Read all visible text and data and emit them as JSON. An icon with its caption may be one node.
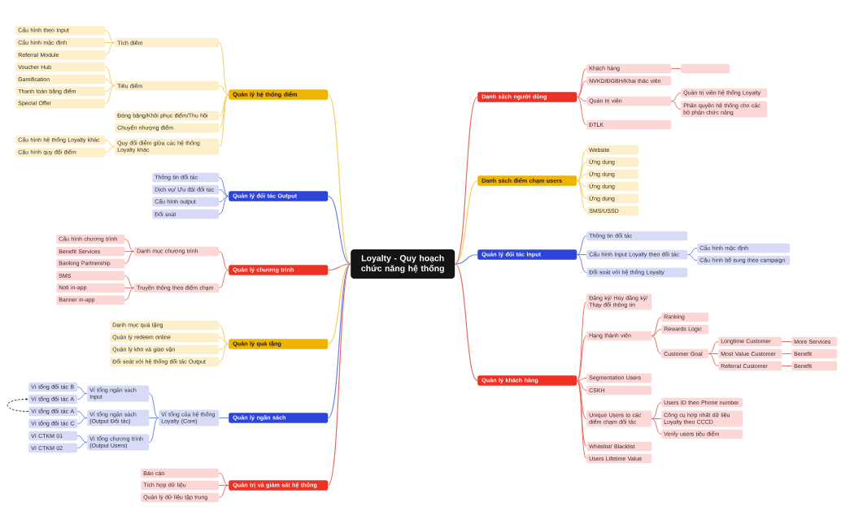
{
  "diagram": {
    "nodes": [
      {
        "text": [
          "Loyalty - Quy hoạch chức năng hệ thống"
        ]
      },
      {
        "text": [
          "Danh sách người dùng"
        ]
      },
      {
        "text": [
          "Khách hàng"
        ]
      },
      {
        "text": [],
        "shape": "box"
      },
      {
        "text": [
          "NVKD/ĐGBH/Khai thác viên"
        ]
      },
      {
        "text": [
          "Quản trị viên"
        ]
      },
      {
        "text": [
          "Quản trị viên hệ thống Loyalty"
        ]
      },
      {
        "text": [
          "Phân quyền hệ thống cho các bộ phận chức năng"
        ]
      },
      {
        "text": [
          "ĐTLK"
        ]
      },
      {
        "text": [
          "Danh sách điểm chạm users"
        ]
      },
      {
        "text": [
          "Website"
        ]
      },
      {
        "text": [
          "Ứng dụng"
        ]
      },
      {
        "text": [
          "Ứng dụng"
        ]
      },
      {
        "text": [
          "Ứng dụng"
        ]
      },
      {
        "text": [
          "Ứng dụng"
        ]
      },
      {
        "text": [
          "SMS/USSD"
        ]
      },
      {
        "text": [
          "Quản lý đối tác Input"
        ]
      },
      {
        "text": [
          "Thông tin đối tác"
        ]
      },
      {
        "text": [
          "Cấu hình Input Loyalty theo đối tác"
        ]
      },
      {
        "text": [
          "Cấu hình mặc định"
        ]
      },
      {
        "text": [
          "Cấu hình bổ sung theo campaign"
        ]
      },
      {
        "text": [
          "Đối soát với hệ thống Loyalty"
        ]
      },
      {
        "text": [
          "Quản lý khách hàng"
        ]
      },
      {
        "text": [
          "Đăng ký/ Hủy đăng ký/ Thay đổi thông tin"
        ]
      },
      {
        "text": [
          "Hạng thành viên"
        ]
      },
      {
        "text": [
          "Ranking"
        ]
      },
      {
        "text": [
          "Rewards Logic"
        ]
      },
      {
        "text": [
          "Customer Goal"
        ]
      },
      {
        "text": [
          "Longtime Customer"
        ]
      },
      {
        "text": [
          "More Services"
        ]
      },
      {
        "text": [
          "Most Value Customer"
        ]
      },
      {
        "text": [
          "Benefit"
        ]
      },
      {
        "text": [
          "Referral Customer"
        ]
      },
      {
        "text": [
          "Benefit"
        ]
      },
      {
        "text": [
          "Segmentation Users"
        ]
      },
      {
        "text": [
          "CSKH"
        ]
      },
      {
        "text": [
          "Unique Users to các điểm chạm đối tác"
        ]
      },
      {
        "text": [
          "Users ID theo Phone number"
        ]
      },
      {
        "text": [
          "Công cụ hợp nhất dữ liệu Loyalty theo CCCD"
        ]
      },
      {
        "text": [
          "Verify users tiêu điểm"
        ]
      },
      {
        "text": [
          "Whitelist/ Blacklist"
        ]
      },
      {
        "text": [
          "Users Lifetime Value"
        ]
      },
      {
        "text": [
          "Quản lý hệ thống điểm"
        ]
      },
      {
        "text": [
          "Tích điểm"
        ]
      },
      {
        "text": [
          "Cấu hình theo Input"
        ]
      },
      {
        "text": [
          "Cấu hình mặc định"
        ]
      },
      {
        "text": [
          "Referral Module"
        ]
      },
      {
        "text": [
          "Tiêu điểm"
        ]
      },
      {
        "text": [
          "Voucher Hub"
        ]
      },
      {
        "text": [
          "Gamification"
        ]
      },
      {
        "text": [
          "Thanh toán bằng điểm"
        ]
      },
      {
        "text": [
          "Special Offer"
        ]
      },
      {
        "text": [
          "Đóng băng/Khôi phục điểm/Thu hồi"
        ]
      },
      {
        "text": [
          "Chuyển nhượng điểm"
        ]
      },
      {
        "text": [
          "Quy đổi điểm giữa các hệ thống Loyalty khác"
        ]
      },
      {
        "text": [
          "Cấu hình hệ thống Loyalty khác"
        ]
      },
      {
        "text": [
          "Cấu hình quy đổi điểm"
        ]
      },
      {
        "text": [
          "Quản lý đối tác Output"
        ]
      },
      {
        "text": [
          "Thông tin đối tác"
        ]
      },
      {
        "text": [
          "Dịch vụ/ Ưu đãi đối tác"
        ]
      },
      {
        "text": [
          "Cấu hình output"
        ]
      },
      {
        "text": [
          "Đối soát"
        ]
      },
      {
        "text": [
          "Quản lý chương trình"
        ]
      },
      {
        "text": [
          "Danh mục chương trình"
        ]
      },
      {
        "text": [
          "Cấu hình chương trình"
        ]
      },
      {
        "text": [
          "Benefit Services"
        ]
      },
      {
        "text": [
          "Banking Partnership"
        ]
      },
      {
        "text": [
          "Truyền thông theo điểm chạm"
        ]
      },
      {
        "text": [
          "SMS"
        ]
      },
      {
        "text": [
          "Noti in-app"
        ]
      },
      {
        "text": [
          "Banner in-app"
        ]
      },
      {
        "text": [
          "Quản lý quà tặng"
        ]
      },
      {
        "text": [
          "Danh mục quà tặng"
        ]
      },
      {
        "text": [
          "Quản lý redeem online"
        ]
      },
      {
        "text": [
          "Quản lý kho và giao vận"
        ]
      },
      {
        "text": [
          "Đối soát với hệ thống đối tác Output"
        ]
      },
      {
        "text": [
          "Quản lý ngân sách"
        ]
      },
      {
        "text": [
          "Ví tổng của hệ thống Loyalty (Core)"
        ]
      },
      {
        "text": [
          "Ví tổng ngân sách Input"
        ]
      },
      {
        "text": [
          "Ví tổng đối tác B"
        ]
      },
      {
        "text": [
          "Ví tổng đối tác A"
        ]
      },
      {
        "text": [
          "Ví tổng ngân sách (Output Đối tác)"
        ]
      },
      {
        "text": [
          "Ví tổng đối tác A"
        ]
      },
      {
        "text": [
          "Ví tổng đối tác C"
        ]
      },
      {
        "text": [
          "Ví tổng chương trình (Output Users)"
        ]
      },
      {
        "text": [
          "Ví CTKM 01"
        ]
      },
      {
        "text": [
          "Ví CTKM 02"
        ]
      },
      {
        "text": [
          "Quản trị và giám sát hệ thống"
        ]
      },
      {
        "text": [
          "Báo cáo"
        ]
      },
      {
        "text": [
          "Tích hợp dữ liệu"
        ]
      },
      {
        "text": [
          "Quản lý dữ liệu tập trung"
        ]
      }
    ],
    "edges": [
      {
        "from": 0,
        "to": 1,
        "arrow": "none"
      },
      {
        "from": 1,
        "to": 2,
        "arrow": "none"
      },
      {
        "from": 2,
        "to": 3,
        "arrow": "none"
      },
      {
        "from": 1,
        "to": 4,
        "arrow": "none"
      },
      {
        "from": 1,
        "to": 5,
        "arrow": "none"
      },
      {
        "from": 5,
        "to": 6,
        "arrow": "none"
      },
      {
        "from": 5,
        "to": 7,
        "arrow": "none"
      },
      {
        "from": 1,
        "to": 8,
        "arrow": "none"
      },
      {
        "from": 0,
        "to": 9,
        "arrow": "none",
        "color": "#f5cf5a"
      },
      {
        "from": 9,
        "to": 10,
        "arrow": "none",
        "color": "#f5cf5a"
      },
      {
        "from": 9,
        "to": 11,
        "arrow": "none",
        "color": "#f5cf5a"
      },
      {
        "from": 9,
        "to": 12,
        "arrow": "none",
        "color": "#f5cf5a"
      },
      {
        "from": 9,
        "to": 13,
        "arrow": "none",
        "color": "#f5cf5a"
      },
      {
        "from": 9,
        "to": 14,
        "arrow": "none",
        "color": "#f5cf5a"
      },
      {
        "from": 9,
        "to": 15,
        "arrow": "none",
        "color": "#f5cf5a"
      },
      {
        "from": 0,
        "to": 16,
        "arrow": "none",
        "color": "#6e80ec"
      },
      {
        "from": 16,
        "to": 17,
        "arrow": "none",
        "color": "#6e80ec"
      },
      {
        "from": 16,
        "to": 18,
        "arrow": "none",
        "color": "#6e80ec"
      },
      {
        "from": 18,
        "to": 19,
        "arrow": "none",
        "color": "#6e80ec"
      },
      {
        "from": 18,
        "to": 20,
        "arrow": "none",
        "color": "#6e80ec"
      },
      {
        "from": 16,
        "to": 21,
        "arrow": "none",
        "color": "#6e80ec"
      },
      {
        "from": 0,
        "to": 22,
        "arrow": "none"
      },
      {
        "from": 22,
        "to": 23,
        "arrow": "none"
      },
      {
        "from": 22,
        "to": 24,
        "arrow": "none"
      },
      {
        "from": 24,
        "to": 25,
        "arrow": "none"
      },
      {
        "from": 24,
        "to": 26,
        "arrow": "none"
      },
      {
        "from": 24,
        "to": 27,
        "arrow": "none"
      },
      {
        "from": 27,
        "to": 28,
        "arrow": "none"
      },
      {
        "from": 28,
        "to": 29,
        "arrow": "none"
      },
      {
        "from": 27,
        "to": 30,
        "arrow": "none"
      },
      {
        "from": 30,
        "to": 31,
        "arrow": "none"
      },
      {
        "from": 27,
        "to": 32,
        "arrow": "none"
      },
      {
        "from": 32,
        "to": 33,
        "arrow": "none"
      },
      {
        "from": 22,
        "to": 34,
        "arrow": "none"
      },
      {
        "from": 22,
        "to": 35,
        "arrow": "none"
      },
      {
        "from": 22,
        "to": 36,
        "arrow": "none"
      },
      {
        "from": 36,
        "to": 37,
        "arrow": "none"
      },
      {
        "from": 36,
        "to": 38,
        "arrow": "none"
      },
      {
        "from": 36,
        "to": 39,
        "arrow": "none"
      },
      {
        "from": 22,
        "to": 40,
        "arrow": "none"
      },
      {
        "from": 22,
        "to": 41,
        "arrow": "none"
      },
      {
        "from": 0,
        "to": 42,
        "arrow": "none",
        "color": "#f5cf5a"
      },
      {
        "from": 42,
        "to": 43,
        "arrow": "none",
        "color": "#f5cf5a"
      },
      {
        "from": 43,
        "to": 44,
        "arrow": "none",
        "color": "#f5cf5a"
      },
      {
        "from": 43,
        "to": 45,
        "arrow": "none",
        "color": "#f5cf5a"
      },
      {
        "from": 43,
        "to": 46,
        "arrow": "none",
        "color": "#f5cf5a"
      },
      {
        "from": 42,
        "to": 47,
        "arrow": "none",
        "color": "#f5cf5a"
      },
      {
        "from": 47,
        "to": 48,
        "arrow": "none",
        "color": "#f5cf5a"
      },
      {
        "from": 47,
        "to": 49,
        "arrow": "none",
        "color": "#f5cf5a"
      },
      {
        "from": 47,
        "to": 50,
        "arrow": "none",
        "color": "#f5cf5a"
      },
      {
        "from": 47,
        "to": 51,
        "arrow": "none",
        "color": "#f5cf5a"
      },
      {
        "from": 42,
        "to": 52,
        "arrow": "none",
        "color": "#f5cf5a"
      },
      {
        "from": 42,
        "to": 53,
        "arrow": "none",
        "color": "#f5cf5a"
      },
      {
        "from": 42,
        "to": 54,
        "arrow": "none",
        "color": "#f5cf5a"
      },
      {
        "from": 54,
        "to": 55,
        "arrow": "none",
        "color": "#f5cf5a"
      },
      {
        "from": 54,
        "to": 56,
        "arrow": "none",
        "color": "#f5cf5a"
      },
      {
        "from": 0,
        "to": 57,
        "arrow": "none",
        "color": "#6e80ec"
      },
      {
        "from": 57,
        "to": 58,
        "arrow": "none",
        "color": "#6e80ec"
      },
      {
        "from": 57,
        "to": 59,
        "arrow": "none",
        "color": "#6e80ec"
      },
      {
        "from": 57,
        "to": 60,
        "arrow": "none",
        "color": "#6e80ec"
      },
      {
        "from": 57,
        "to": 61,
        "arrow": "none",
        "color": "#6e80ec"
      },
      {
        "from": 0,
        "to": 62,
        "arrow": "none"
      },
      {
        "from": 62,
        "to": 63,
        "arrow": "none"
      },
      {
        "from": 63,
        "to": 64,
        "arrow": "none"
      },
      {
        "from": 63,
        "to": 65,
        "arrow": "none"
      },
      {
        "from": 63,
        "to": 66,
        "arrow": "none"
      },
      {
        "from": 62,
        "to": 67,
        "arrow": "none"
      },
      {
        "from": 67,
        "to": 68,
        "arrow": "none"
      },
      {
        "from": 67,
        "to": 69,
        "arrow": "none"
      },
      {
        "from": 67,
        "to": 70,
        "arrow": "none"
      },
      {
        "from": 0,
        "to": 71,
        "arrow": "none",
        "color": "#f5cf5a"
      },
      {
        "from": 71,
        "to": 72,
        "arrow": "none",
        "color": "#f5cf5a"
      },
      {
        "from": 71,
        "to": 73,
        "arrow": "none",
        "color": "#f5cf5a"
      },
      {
        "from": 71,
        "to": 74,
        "arrow": "none",
        "color": "#f5cf5a"
      },
      {
        "from": 71,
        "to": 75,
        "arrow": "none",
        "color": "#f5cf5a"
      },
      {
        "from": 0,
        "to": 76,
        "arrow": "none",
        "color": "#6e80ec"
      },
      {
        "from": 76,
        "to": 77,
        "arrow": "none",
        "color": "#6e80ec"
      },
      {
        "from": 77,
        "to": 78,
        "arrow": "none",
        "color": "#6e80ec"
      },
      {
        "from": 78,
        "to": 79,
        "arrow": "none",
        "color": "#6e80ec"
      },
      {
        "from": 78,
        "to": 80,
        "arrow": "none",
        "color": "#6e80ec"
      },
      {
        "from": 77,
        "to": 81,
        "arrow": "none",
        "color": "#6e80ec"
      },
      {
        "from": 81,
        "to": 82,
        "arrow": "none",
        "color": "#6e80ec"
      },
      {
        "from": 81,
        "to": 83,
        "arrow": "none",
        "color": "#6e80ec"
      },
      {
        "from": 77,
        "to": 84,
        "arrow": "none",
        "color": "#6e80ec"
      },
      {
        "from": 84,
        "to": 85,
        "arrow": "none",
        "color": "#6e80ec"
      },
      {
        "from": 84,
        "to": 86,
        "arrow": "none",
        "color": "#6e80ec"
      },
      {
        "from": 0,
        "to": 87,
        "arrow": "none"
      },
      {
        "from": 87,
        "to": 88,
        "arrow": "none"
      },
      {
        "from": 87,
        "to": 89,
        "arrow": "none"
      },
      {
        "from": 87,
        "to": 90,
        "arrow": "none"
      },
      {
        "from": 82,
        "to": 80,
        "arrow": "to",
        "style": "dashed",
        "color": "#333333"
      }
    ]
  }
}
